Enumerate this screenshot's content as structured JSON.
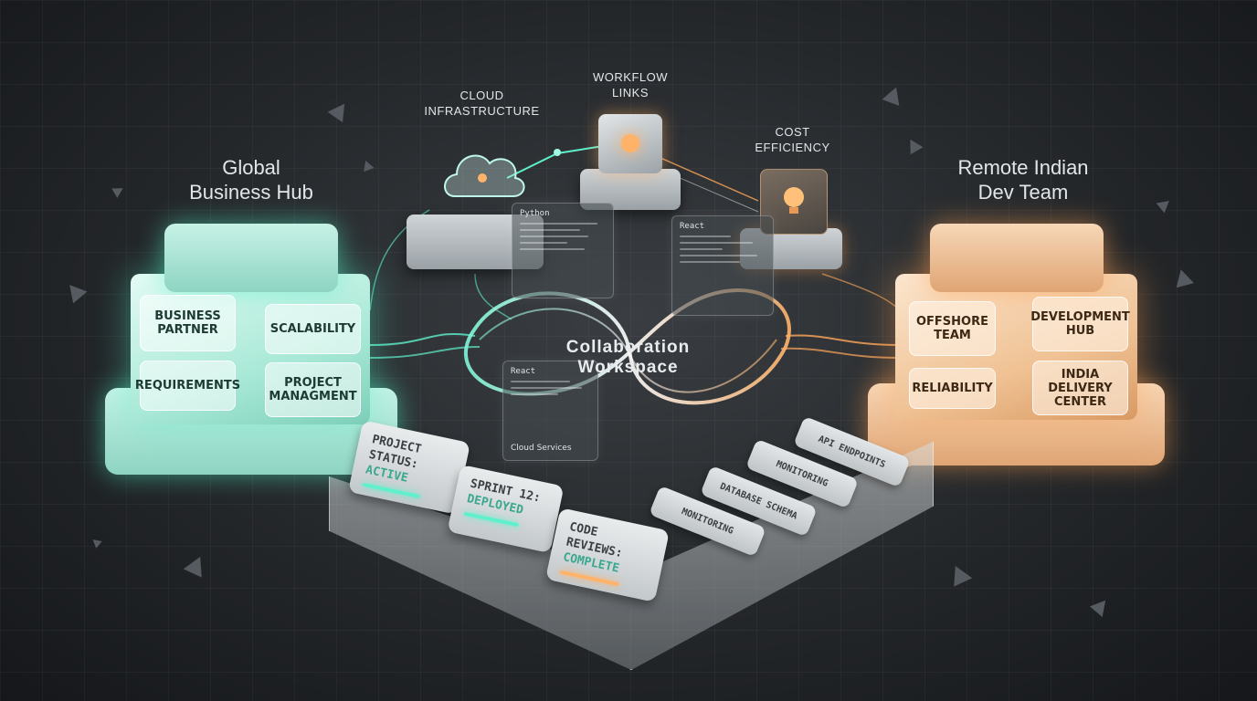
{
  "left_hub": {
    "title_line1": "Global",
    "title_line2": "Business Hub",
    "tiles": [
      "Business Partner",
      "Requirements",
      "Scalability",
      "Project Managment"
    ]
  },
  "right_hub": {
    "title_line1": "Remote Indian",
    "title_line2": "Dev Team",
    "tiles": [
      "Offshore Team",
      "Reliability",
      "Development Hub",
      "India Delivery Center"
    ]
  },
  "nodes": {
    "cloud": {
      "line1": "Cloud",
      "line2": "Infrastructure"
    },
    "workflow": {
      "line1": "Workflow",
      "line2": "Links"
    },
    "cost": {
      "line1": "Cost",
      "line2": "Efficiency"
    }
  },
  "center": {
    "line1": "Collaboration",
    "line2": "Workspace"
  },
  "code_panels": {
    "python": "Python",
    "react_top": "React",
    "react_bottom": "React",
    "cloud_services": "Cloud Services"
  },
  "dashboard": {
    "project_status": {
      "line1": "Project",
      "line2": "Status:",
      "line3": "Active"
    },
    "sprint": {
      "line1": "Sprint 12:",
      "line2": "Deployed"
    },
    "code_reviews": {
      "line1": "Code",
      "line2": "Reviews:",
      "line3": "Complete"
    },
    "pills": [
      "API Endpoints",
      "Monitoring",
      "Database Schema",
      "Monitoring"
    ]
  },
  "colors": {
    "teal_accent": "#5ff0cc",
    "orange_accent": "#ffa85a",
    "background": "#24272a"
  }
}
